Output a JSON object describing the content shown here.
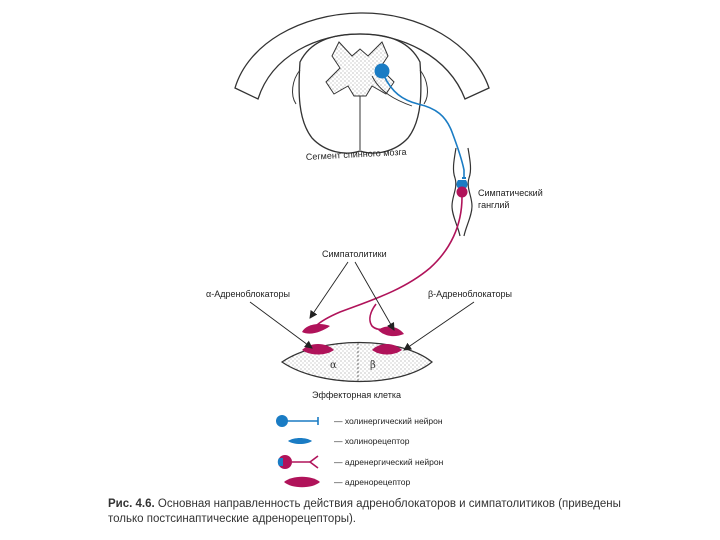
{
  "labels": {
    "spinal_segment": "Сегмент спинного мозга",
    "ganglion_line1": "Симпатический",
    "ganglion_line2": "ганглий",
    "sympatholytics": "Симпатолитики",
    "alpha_blockers": "α-Адреноблокаторы",
    "beta_blockers": "β-Адреноблокаторы",
    "effector_cell": "Эффекторная клетка",
    "alpha_symbol": "α",
    "beta_symbol": "β"
  },
  "legend": [
    {
      "icon": "cholinergic-neuron-icon",
      "text": "— холинергический нейрон"
    },
    {
      "icon": "cholinoreceptor-icon",
      "text": "— холинорецептор"
    },
    {
      "icon": "adrenergic-neuron-icon",
      "text": "— адренергический нейрон"
    },
    {
      "icon": "adrenoreceptor-icon",
      "text": "— адренорецептор"
    }
  ],
  "caption": {
    "prefix": "Рис. 4.6.",
    "text": " Основная направленность действия адреноблокаторов и симпатолитиков (приведены только постсинаптические адренорецепторы)."
  },
  "colors": {
    "cholinergic": "#1a7cc4",
    "adrenergic": "#b0135a",
    "outline": "#333333"
  }
}
